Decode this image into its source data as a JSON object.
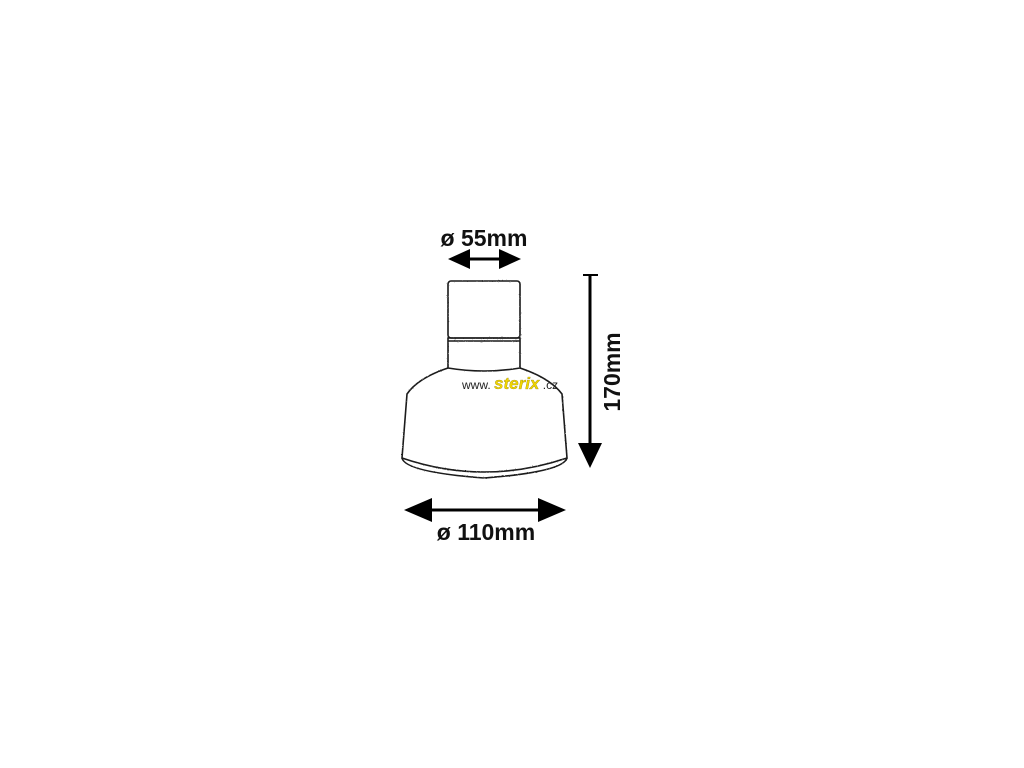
{
  "dimensions": {
    "top_diameter": "ø 55mm",
    "bottom_diameter": "ø 110mm",
    "height": "170mm"
  },
  "watermark": {
    "prefix": "www.",
    "brand": "sterix",
    "suffix": ".cz",
    "brand_color": "#f2d600",
    "text_color": "#222222"
  },
  "colors": {
    "line": "#1a1a1a",
    "background": "#ffffff",
    "arrow": "#000000"
  }
}
